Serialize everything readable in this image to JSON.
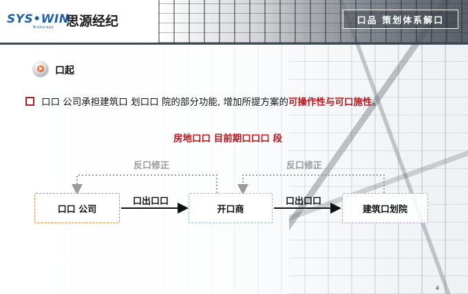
{
  "header": {
    "logo_en": "SYS•WIN",
    "logo_sub": "Brokerage",
    "logo_cn": "思源经纪",
    "section_tag": "口品 策划体系解口"
  },
  "title": {
    "text": "口起"
  },
  "bullet": {
    "text_plain": "口口 公司承担建筑口 划口口 院的部分功能, 增加所提方案的",
    "text_emphasis": "可操作性与可口施性",
    "text_end": "。"
  },
  "flow": {
    "stage_title": "房地口口 目前期口口口 段",
    "feedback_left": "反口修正",
    "feedback_right": "反口修正",
    "node_left": "口口 公司",
    "node_middle": "开口商",
    "node_right": "建筑口划院",
    "arrow_left_label": "口出口口",
    "arrow_right_label": "口出口口"
  },
  "colors": {
    "accent_red": "#c0141c",
    "node_left_border": "#e8822a",
    "node_middle_border": "#8fbbe0",
    "node_right_border": "#b79bd6",
    "feedback_gray": "#9a9a9a",
    "brand_blue": "#1f5fa8"
  },
  "footer": {
    "page_number": "4"
  }
}
